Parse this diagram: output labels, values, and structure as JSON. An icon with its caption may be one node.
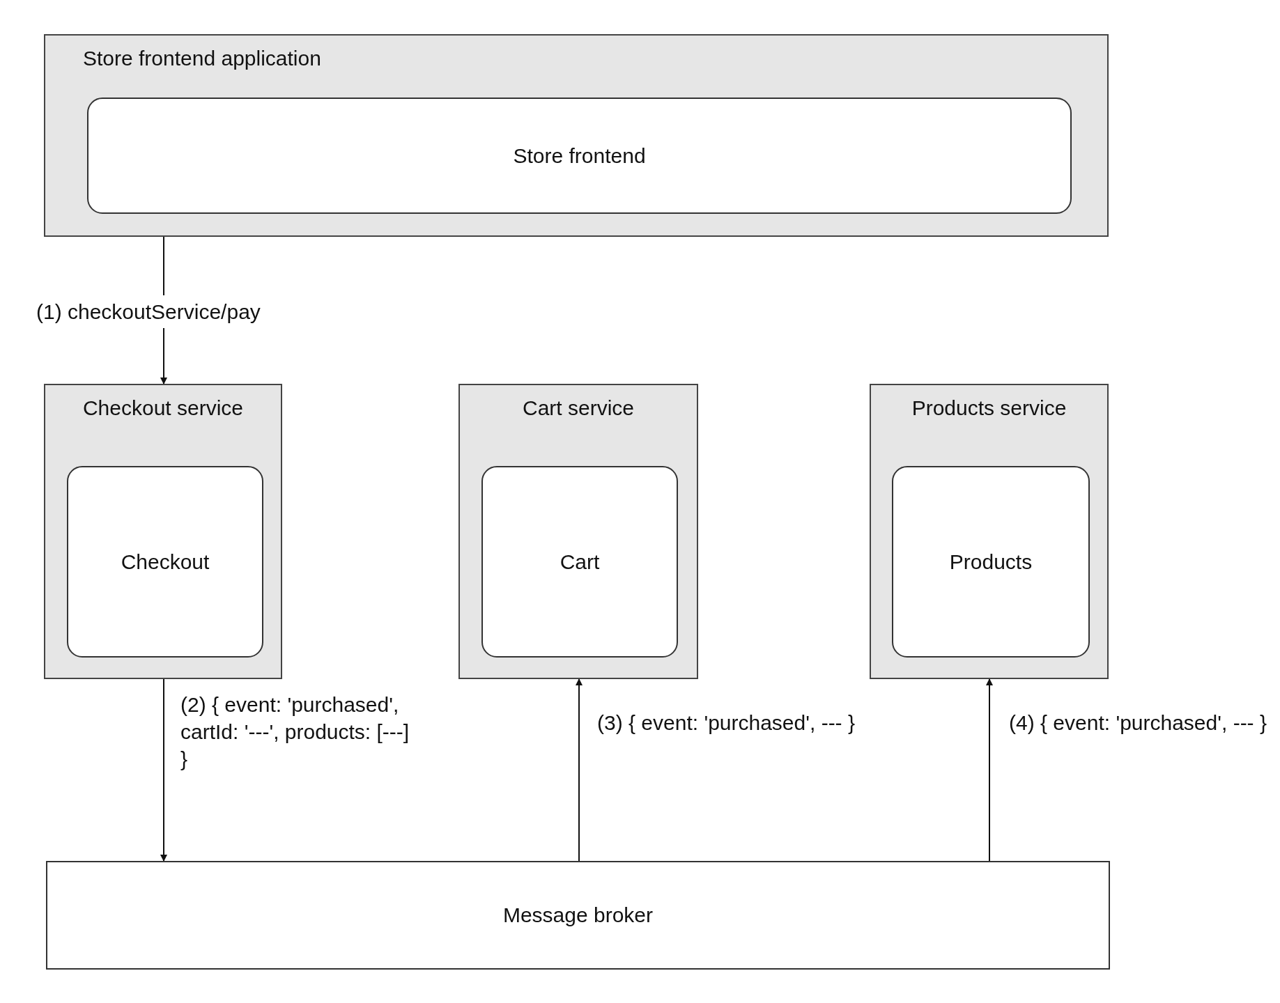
{
  "diagram": {
    "nodes": [
      {
        "text": [
          "Store frontend application"
        ]
      },
      {
        "text": [
          "Store frontend"
        ],
        "in": 0
      },
      {
        "text": [
          "Checkout service"
        ]
      },
      {
        "text": [
          "Checkout"
        ],
        "in": 2
      },
      {
        "text": [
          "Cart service"
        ]
      },
      {
        "text": [
          "Cart"
        ],
        "in": 4
      },
      {
        "text": [
          "Products service"
        ]
      },
      {
        "text": [
          "Products"
        ],
        "in": 6
      },
      {
        "text": [
          "Message broker"
        ]
      }
    ],
    "edges": [
      {
        "from": 0,
        "to": 2,
        "arrow": "to",
        "label": "(1) checkoutService/pay"
      },
      {
        "from": 2,
        "to": 8,
        "arrow": "to",
        "label": "(2) { event: 'purchased', cartId: '---', products: [---] }"
      },
      {
        "from": 8,
        "to": 4,
        "arrow": "to",
        "label": "(3) { event: 'purchased', --- }"
      },
      {
        "from": 8,
        "to": 6,
        "arrow": "to",
        "label": "(4) { event: 'purchased', --- }"
      }
    ]
  }
}
